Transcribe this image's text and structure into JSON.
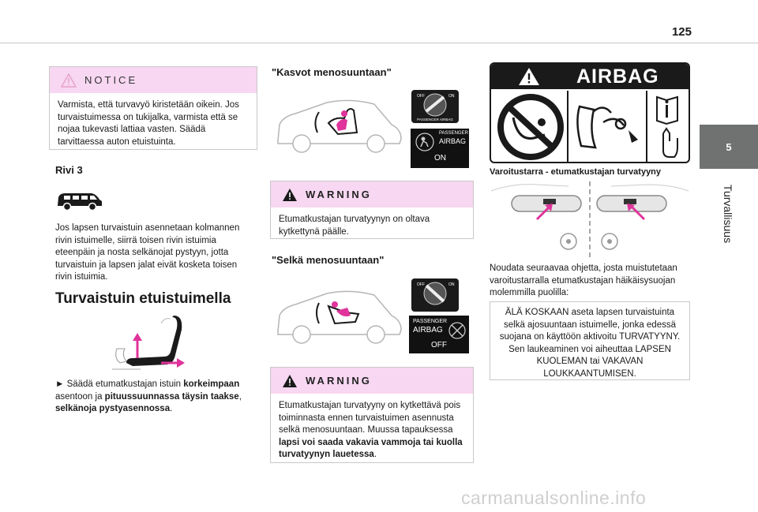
{
  "page": {
    "number": "125"
  },
  "side_tab": {
    "number": "5",
    "label": "Turvallisuus"
  },
  "notice": {
    "title": "NOTICE",
    "text": "Varmista, että turvavyö kiristetään oikein. Jos turvaistuimessa on tukijalka, varmista että se nojaa tukevasti lattiaa vasten. Säädä tarvittaessa auton etuistuinta."
  },
  "rivi3": {
    "heading": "Rivi 3",
    "text": "Jos lapsen turvaistuin asennetaan kolmannen rivin istuimelle, siirrä toisen rivin istuimia eteenpäin ja nosta selkänojat pystyyn, jotta turvaistuin ja lapsen jalat eivät kosketa toisen rivin istuimia."
  },
  "front_seat": {
    "heading": "Turvaistuin etuistuimella",
    "instruction_prefix": "► Säädä etumatkustajan istuin ",
    "bold1": "korkeimpaan",
    "mid1": " asentoon ja ",
    "bold2": "pituussuunnassa täysin taakse",
    "mid2": ", ",
    "bold3": "selkänoja pystyasennossa",
    "end": "."
  },
  "forward_facing": {
    "heading": "\"Kasvot menosuuntaan\"",
    "switch_label": "PASSENGER AIRBAG",
    "indicator_line1": "PASSENGER",
    "indicator_line2": "AIRBAG",
    "indicator_state": "ON",
    "warning_title": "WARNING",
    "warning_text": "Etumatkustajan turvatyynyn on oltava kytkettynä päälle."
  },
  "rear_facing": {
    "heading": "\"Selkä menosuuntaan\"",
    "indicator_line1": "PASSENGER",
    "indicator_line2": "AIRBAG",
    "indicator_state": "OFF",
    "warning_title": "WARNING",
    "warning_text_plain": "Etumatkustajan turvatyyny on kytkettävä pois toiminnasta ennen turvaistuimen asennusta selkä menosuuntaan. Muussa tapauksessa ",
    "warning_text_bold": "lapsi voi saada vakavia vammoja tai kuolla turvatyynyn lauetessa",
    "warning_text_end": "."
  },
  "airbag_label": {
    "banner": "AIRBAG",
    "caption": "Varoitustarra - etumatkustajan turvatyyny",
    "intro": "Noudata seuraavaa ohjetta, josta muistutetaan varoitustarralla etumatkustajan häikäisysuojan molemmilla puolilla:",
    "warning": "ÄLÄ KOSKAAN aseta lapsen turvaistuinta selkä ajosuuntaan istuimelle, jonka edessä suojana on käyttöön aktivoitu TURVATYYNY. Sen laukeaminen voi aiheuttaa LAPSEN KUOLEMAN tai VAKAVAN LOUKKAANTUMISEN."
  },
  "watermark": {
    "text": "carmanualsonline.info"
  },
  "colors": {
    "accent_pink": "#e0339b",
    "box_head_pink": "#f7d7f1",
    "tab_gray": "#6f7270"
  }
}
